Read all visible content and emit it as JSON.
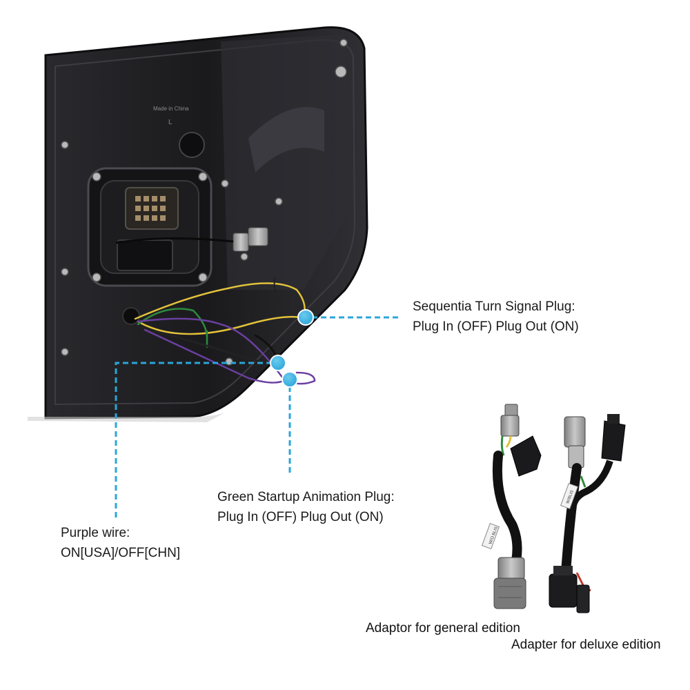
{
  "callouts": {
    "turn_signal": {
      "line1": "Sequentia Turn Signal Plug:",
      "line2": "Plug In (OFF) Plug Out (ON)"
    },
    "green_startup": {
      "line1": "Green Startup Animation Plug:",
      "line2": "Plug In (OFF) Plug Out (ON)"
    },
    "purple_wire": {
      "line1": "Purple wire:",
      "line2": "ON[USA]/OFF[CHN]"
    }
  },
  "housing": {
    "marking_origin": "Made in China",
    "marking_side": "L"
  },
  "adapters": {
    "general": {
      "caption": "Adaptor for general edition",
      "tag": "W/O BLIS"
    },
    "deluxe": {
      "caption": "Adapter for deluxe edition",
      "tag": "W/BLIS"
    }
  },
  "colors": {
    "callout": "#2aa6d8",
    "housing": "#1f1f22",
    "wire_yellow": "#e2c23a",
    "wire_green": "#2e8b3e",
    "wire_purple": "#6b3fa0",
    "connector_gray": "#9a9a9a"
  }
}
